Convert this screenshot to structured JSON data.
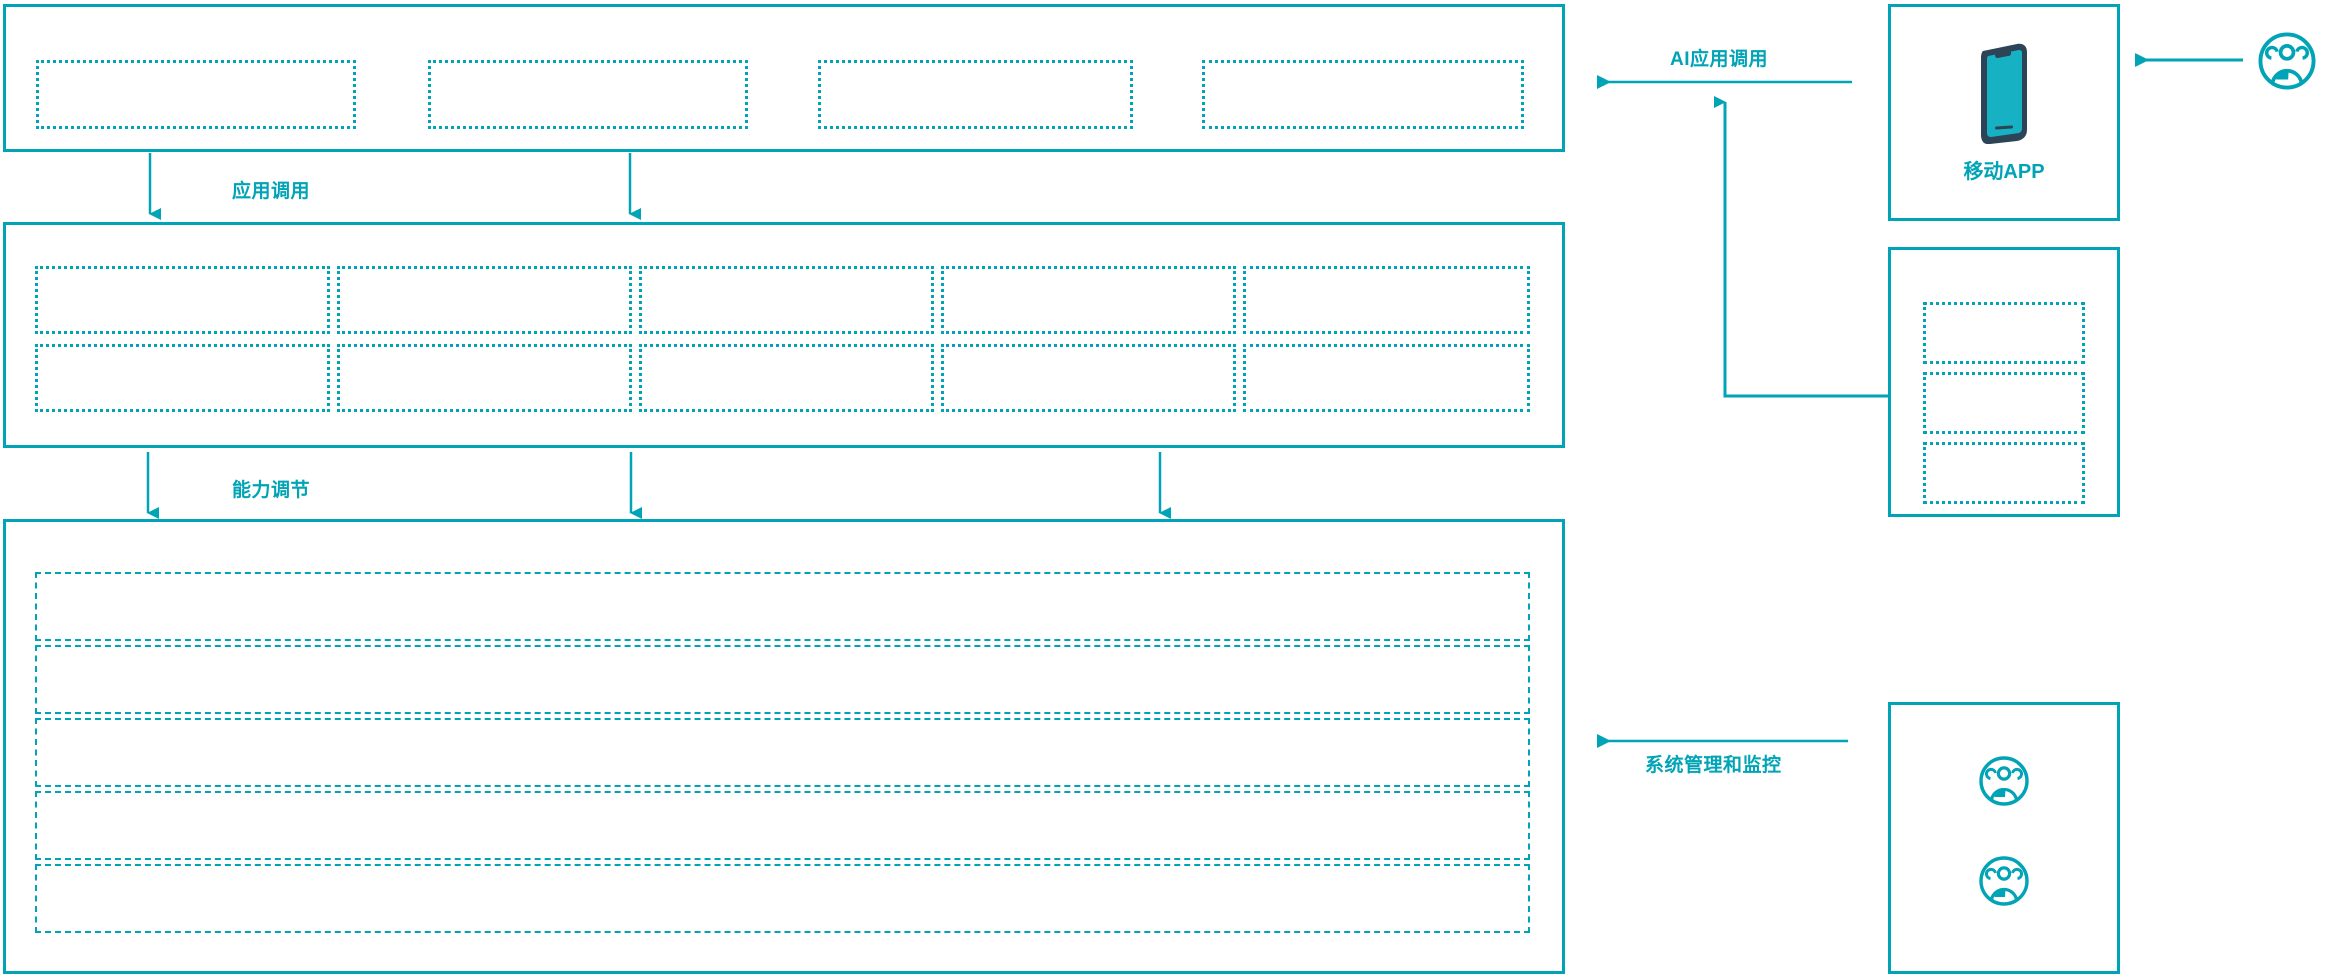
{
  "diagram": {
    "accent_color": "#00a4b6",
    "phone_body_color": "#2d4356",
    "phone_screen_color": "#17b1c4",
    "background_color": "#ffffff"
  },
  "connectors": [
    {
      "id": "app-call",
      "label": "应用调用",
      "direction": "down"
    },
    {
      "id": "ability-call",
      "label": "能力调节",
      "direction": "down"
    },
    {
      "id": "ai-app-call",
      "label": "AI应用调用",
      "direction": "left"
    },
    {
      "id": "sys-monitor",
      "label": "系统管理和监控",
      "direction": "left"
    }
  ],
  "layers": {
    "application_layer": {
      "name": "application-layer",
      "cells": [
        {
          "id": "app-cell-1",
          "label": ""
        },
        {
          "id": "app-cell-2",
          "label": ""
        },
        {
          "id": "app-cell-3",
          "label": ""
        },
        {
          "id": "app-cell-4",
          "label": ""
        }
      ]
    },
    "capability_layer": {
      "name": "capability-layer",
      "columns": 5,
      "rows": 2,
      "cells": [
        {
          "id": "cap-cell-r1c1",
          "label": ""
        },
        {
          "id": "cap-cell-r1c2",
          "label": ""
        },
        {
          "id": "cap-cell-r1c3",
          "label": ""
        },
        {
          "id": "cap-cell-r1c4",
          "label": ""
        },
        {
          "id": "cap-cell-r1c5",
          "label": ""
        },
        {
          "id": "cap-cell-r2c1",
          "label": ""
        },
        {
          "id": "cap-cell-r2c2",
          "label": ""
        },
        {
          "id": "cap-cell-r2c3",
          "label": ""
        },
        {
          "id": "cap-cell-r2c4",
          "label": ""
        },
        {
          "id": "cap-cell-r2c5",
          "label": ""
        }
      ]
    },
    "infrastructure_layer": {
      "name": "infrastructure-layer",
      "rows": 5,
      "cells": [
        {
          "id": "infra-row-1",
          "label": ""
        },
        {
          "id": "infra-row-2",
          "label": ""
        },
        {
          "id": "infra-row-3",
          "label": ""
        },
        {
          "id": "infra-row-4",
          "label": ""
        },
        {
          "id": "infra-row-5",
          "label": ""
        }
      ]
    }
  },
  "right_panels": {
    "mobile_app": {
      "name": "mobile-app-panel",
      "caption": "移动APP",
      "icon": "mobile-phone-icon"
    },
    "channel_panel": {
      "name": "channel-panel",
      "cells": [
        {
          "id": "channel-cell-1",
          "label": ""
        },
        {
          "id": "channel-cell-2",
          "label": ""
        },
        {
          "id": "channel-cell-3",
          "label": ""
        }
      ]
    },
    "operations_panel": {
      "name": "operations-panel",
      "icons": [
        {
          "id": "ops-user-icon-1",
          "icon": "user-group-icon"
        },
        {
          "id": "ops-user-icon-2",
          "icon": "user-group-icon"
        }
      ]
    },
    "end_user": {
      "name": "end-user-node",
      "icon": "user-group-icon"
    }
  }
}
